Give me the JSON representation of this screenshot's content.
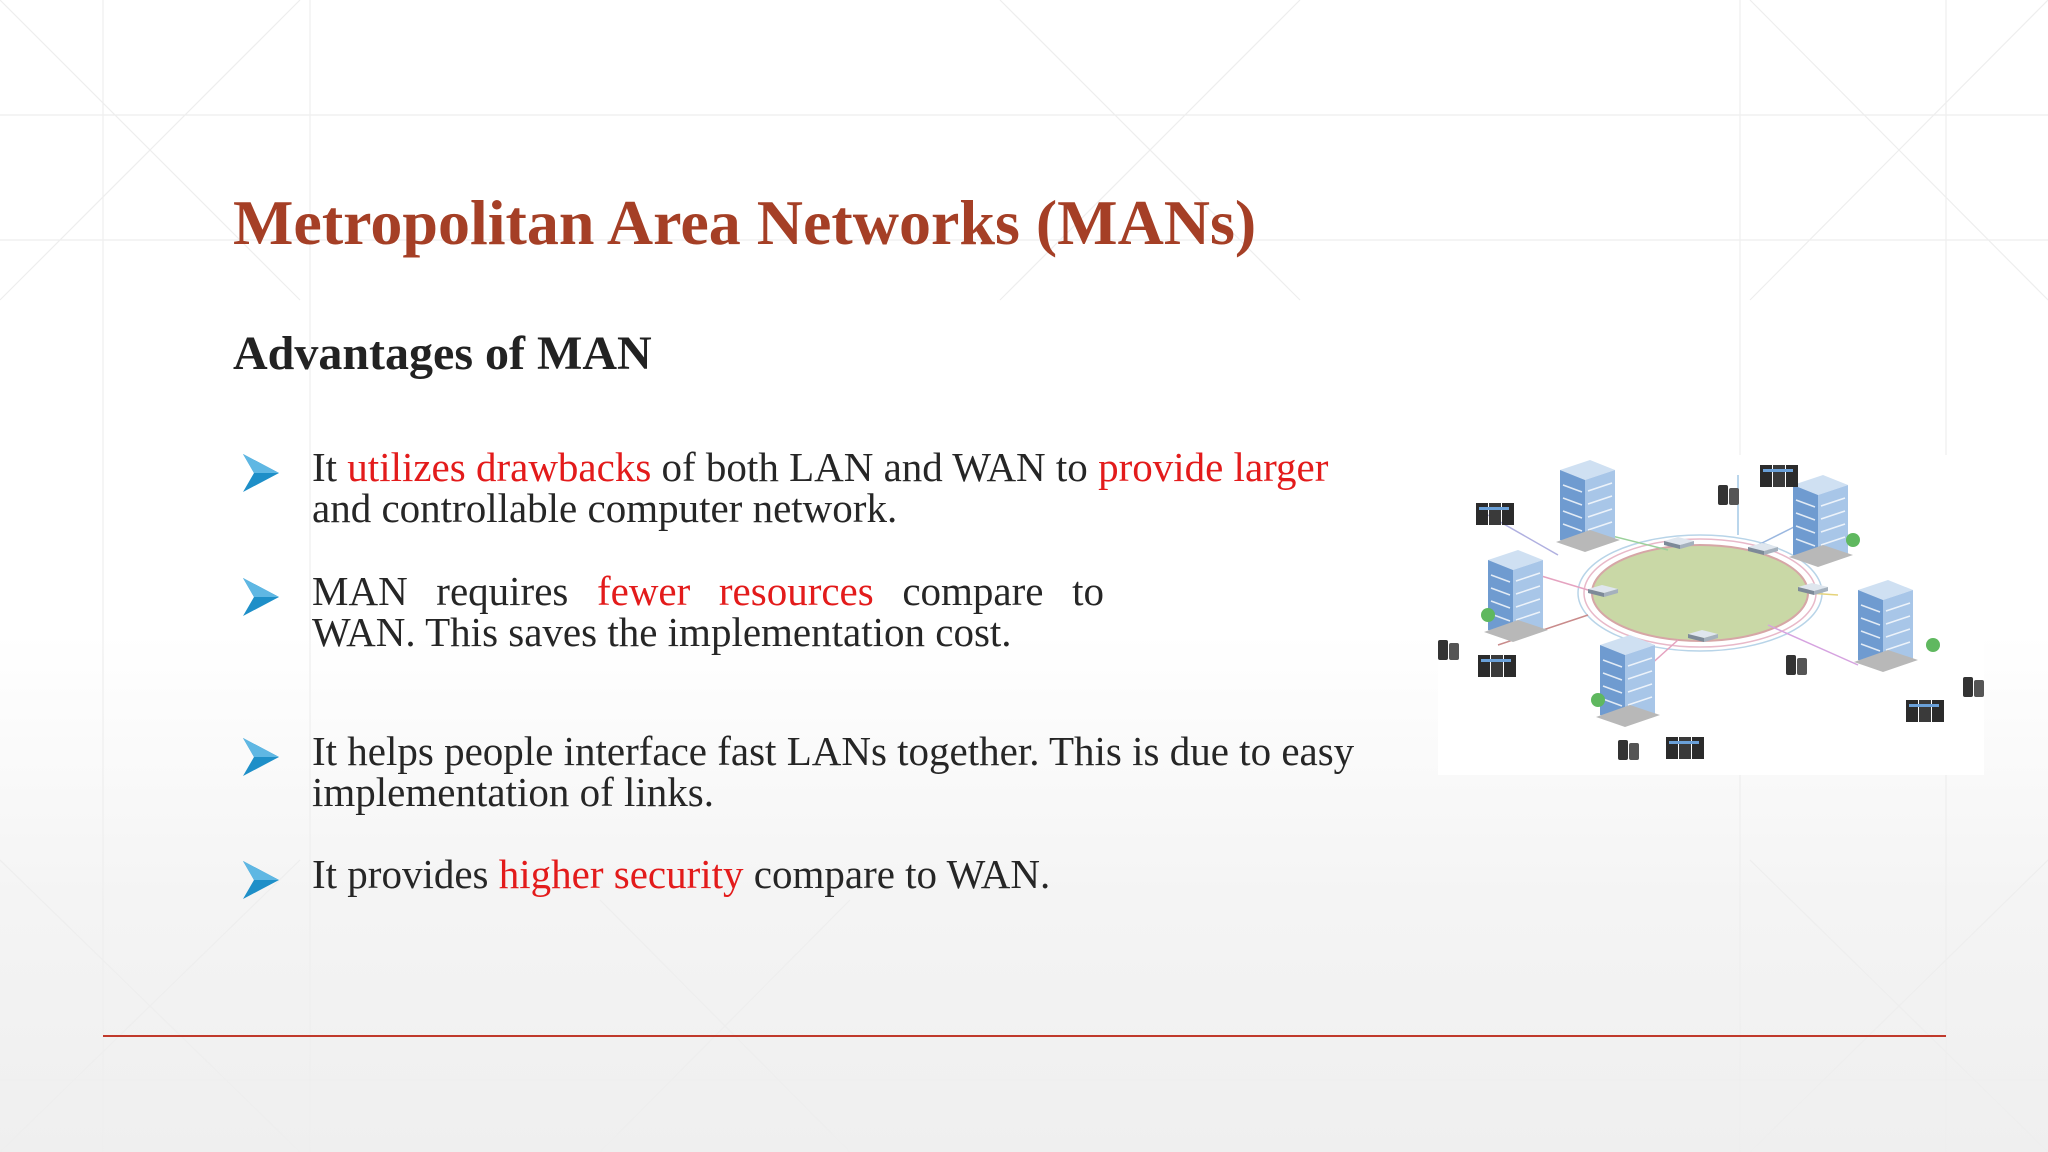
{
  "slide": {
    "title": "Metropolitan Area Networks (MANs)",
    "subtitle": "Advantages of MAN"
  },
  "bullets": [
    {
      "line1": [
        {
          "text": "It ",
          "hl": false
        },
        {
          "text": "utilizes drawbacks",
          "hl": true
        },
        {
          "text": " of both LAN and WAN to ",
          "hl": false
        },
        {
          "text": "provide larger",
          "hl": true
        }
      ],
      "line2": "and controllable  computer network."
    },
    {
      "line1_words": [
        "MAN",
        "requires",
        "fewer",
        "resources",
        "compare",
        "to"
      ],
      "line2": "WAN. This saves the  implementation cost."
    },
    {
      "line1": "It helps people interface fast LANs together. This is due to easy",
      "line2": "implementation of links."
    },
    {
      "pre": "It provides ",
      "highlight": "higher security",
      "post": " compare to WAN."
    }
  ],
  "colors": {
    "title": "#a53f26",
    "highlight": "#e31b1b",
    "arrow": "#1e8fc8",
    "divider": "#c0392b"
  },
  "image": {
    "icon": "network-diagram-icon"
  }
}
